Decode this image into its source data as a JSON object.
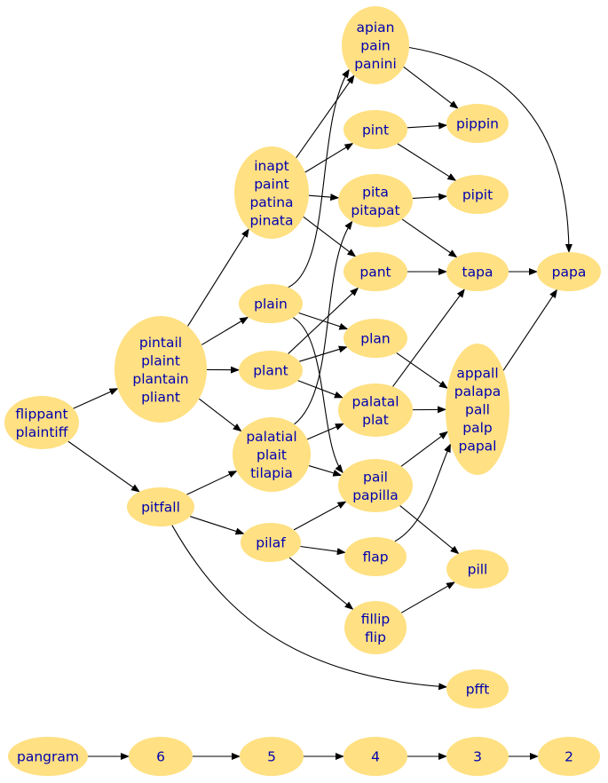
{
  "colors": {
    "node_fill": "#ffe082",
    "text": "#0000b0",
    "edge": "#000000"
  },
  "nodes": [
    {
      "id": "flippant",
      "lines": [
        "flippant",
        "plaintiff"
      ]
    },
    {
      "id": "pintail",
      "lines": [
        "pintail",
        "plaint",
        "plantain",
        "pliant"
      ]
    },
    {
      "id": "pitfall",
      "lines": [
        "pitfall"
      ]
    },
    {
      "id": "inapt",
      "lines": [
        "inapt",
        "paint",
        "patina",
        "pinata"
      ]
    },
    {
      "id": "plain",
      "lines": [
        "plain"
      ]
    },
    {
      "id": "plant",
      "lines": [
        "plant"
      ]
    },
    {
      "id": "palatial",
      "lines": [
        "palatial",
        "plait",
        "tilapia"
      ]
    },
    {
      "id": "pilaf",
      "lines": [
        "pilaf"
      ]
    },
    {
      "id": "apian",
      "lines": [
        "apian",
        "pain",
        "panini"
      ]
    },
    {
      "id": "pint",
      "lines": [
        "pint"
      ]
    },
    {
      "id": "pita",
      "lines": [
        "pita",
        "pitapat"
      ]
    },
    {
      "id": "pant",
      "lines": [
        "pant"
      ]
    },
    {
      "id": "plan",
      "lines": [
        "plan"
      ]
    },
    {
      "id": "palatal",
      "lines": [
        "palatal",
        "plat"
      ]
    },
    {
      "id": "pail",
      "lines": [
        "pail",
        "papilla"
      ]
    },
    {
      "id": "flap",
      "lines": [
        "flap"
      ]
    },
    {
      "id": "fillip",
      "lines": [
        "fillip",
        "flip"
      ]
    },
    {
      "id": "pippin",
      "lines": [
        "pippin"
      ]
    },
    {
      "id": "pipit",
      "lines": [
        "pipit"
      ]
    },
    {
      "id": "tapa",
      "lines": [
        "tapa"
      ]
    },
    {
      "id": "appall",
      "lines": [
        "appall",
        "palapa",
        "pall",
        "palp",
        "papal"
      ]
    },
    {
      "id": "pill",
      "lines": [
        "pill"
      ]
    },
    {
      "id": "pfft",
      "lines": [
        "pfft"
      ]
    },
    {
      "id": "papa",
      "lines": [
        "papa"
      ]
    },
    {
      "id": "pangram",
      "lines": [
        "pangram"
      ]
    },
    {
      "id": "n6",
      "lines": [
        "6"
      ]
    },
    {
      "id": "n5",
      "lines": [
        "5"
      ]
    },
    {
      "id": "n4",
      "lines": [
        "4"
      ]
    },
    {
      "id": "n3",
      "lines": [
        "3"
      ]
    },
    {
      "id": "n2",
      "lines": [
        "2"
      ]
    }
  ],
  "edges": [
    [
      "flippant",
      "pintail"
    ],
    [
      "flippant",
      "pitfall"
    ],
    [
      "pintail",
      "inapt"
    ],
    [
      "pintail",
      "plain"
    ],
    [
      "pintail",
      "plant"
    ],
    [
      "pintail",
      "palatial"
    ],
    [
      "pitfall",
      "palatial"
    ],
    [
      "pitfall",
      "pilaf"
    ],
    [
      "pitfall",
      "pfft"
    ],
    [
      "inapt",
      "apian"
    ],
    [
      "inapt",
      "pint"
    ],
    [
      "inapt",
      "pita"
    ],
    [
      "inapt",
      "pant"
    ],
    [
      "plain",
      "apian"
    ],
    [
      "plain",
      "plan"
    ],
    [
      "plain",
      "pail"
    ],
    [
      "plant",
      "pant"
    ],
    [
      "plant",
      "plan"
    ],
    [
      "plant",
      "palatal"
    ],
    [
      "palatial",
      "pita"
    ],
    [
      "palatial",
      "palatal"
    ],
    [
      "palatial",
      "pail"
    ],
    [
      "pilaf",
      "pail"
    ],
    [
      "pilaf",
      "flap"
    ],
    [
      "pilaf",
      "fillip"
    ],
    [
      "apian",
      "pippin"
    ],
    [
      "apian",
      "papa"
    ],
    [
      "pint",
      "pippin"
    ],
    [
      "pint",
      "pipit"
    ],
    [
      "pita",
      "pipit"
    ],
    [
      "pita",
      "tapa"
    ],
    [
      "pant",
      "tapa"
    ],
    [
      "plan",
      "appall"
    ],
    [
      "palatal",
      "tapa"
    ],
    [
      "palatal",
      "appall"
    ],
    [
      "pail",
      "appall"
    ],
    [
      "pail",
      "pill"
    ],
    [
      "flap",
      "appall"
    ],
    [
      "fillip",
      "pill"
    ],
    [
      "tapa",
      "papa"
    ],
    [
      "appall",
      "papa"
    ],
    [
      "pangram",
      "n6"
    ],
    [
      "n6",
      "n5"
    ],
    [
      "n5",
      "n4"
    ],
    [
      "n4",
      "n3"
    ],
    [
      "n3",
      "n2"
    ]
  ]
}
